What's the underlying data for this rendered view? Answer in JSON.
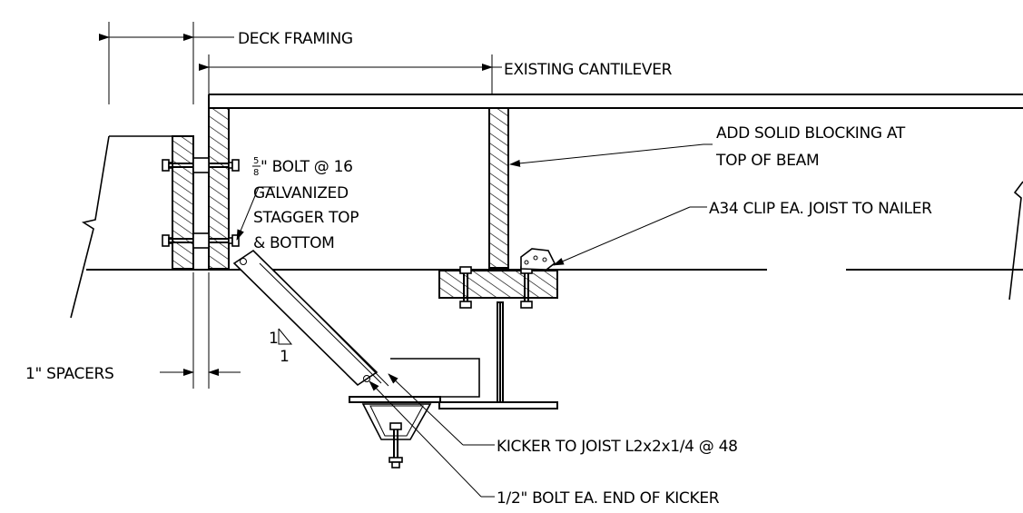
{
  "labels": {
    "deck_framing": "DECK FRAMING",
    "existing_cantilever": "EXISTING CANTILEVER",
    "blocking_line1": "ADD SOLID BLOCKING AT",
    "blocking_line2": "TOP OF BEAM",
    "clip": "A34 CLIP EA. JOIST TO NAILER",
    "bolt_numerator": "5",
    "bolt_denominator": "8",
    "bolt_line1": "\" BOLT @ 16",
    "bolt_line2": "GALVANIZED",
    "bolt_line3": "STAGGER TOP",
    "bolt_line4": "& BOTTOM",
    "spacers": "1\" SPACERS",
    "slope_rise": "1",
    "slope_run": "1",
    "kicker": "KICKER TO JOIST L2x2x1/4 @ 48",
    "kicker_bolt": "1/2\" BOLT EA. END OF KICKER"
  }
}
